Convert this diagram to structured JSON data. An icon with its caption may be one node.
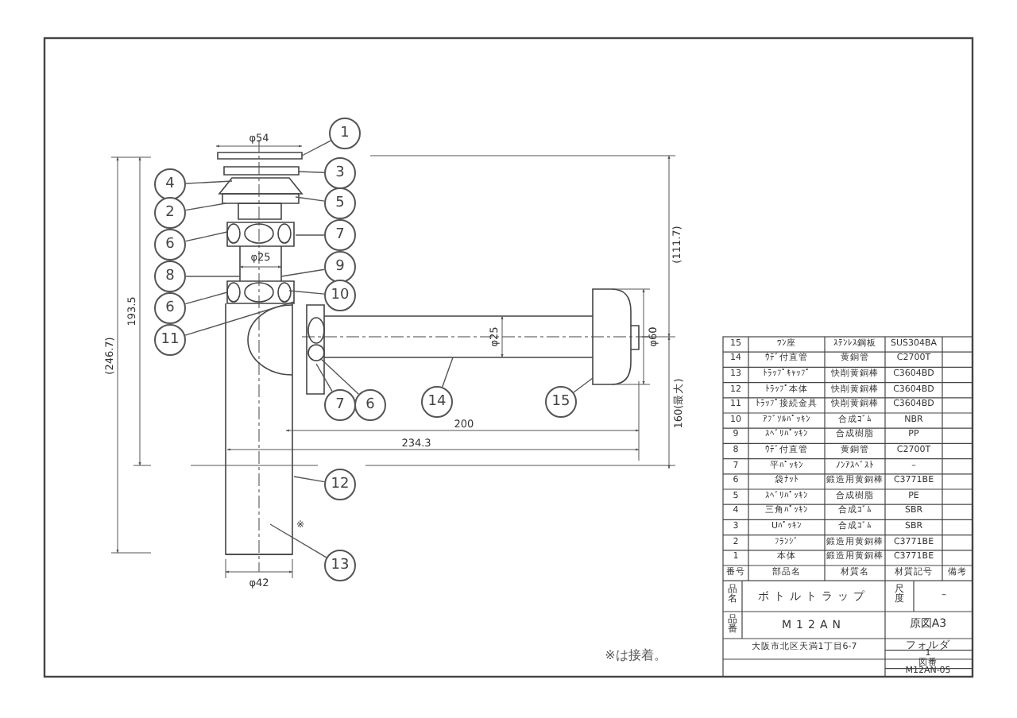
{
  "diagram": {
    "nodes": [
      {
        "text": [
          "1"
        ]
      },
      {
        "text": [
          "3"
        ]
      },
      {
        "text": [
          "4"
        ]
      },
      {
        "text": [
          "5"
        ]
      },
      {
        "text": [
          "2"
        ]
      },
      {
        "text": [
          "7"
        ]
      },
      {
        "text": [
          "6"
        ]
      },
      {
        "text": [
          "8"
        ]
      },
      {
        "text": [
          "9"
        ]
      },
      {
        "text": [
          "10"
        ]
      },
      {
        "text": [
          "6"
        ]
      },
      {
        "text": [
          "11"
        ]
      },
      {
        "text": [
          "7"
        ]
      },
      {
        "text": [
          "6"
        ]
      },
      {
        "text": [
          "14"
        ]
      },
      {
        "text": [
          "15"
        ]
      },
      {
        "text": [
          "12"
        ]
      },
      {
        "text": [
          "13"
        ]
      }
    ],
    "edges": [
      {
        "from": 0,
        "to": null,
        "arrow": "none"
      },
      {
        "from": 1,
        "to": null,
        "arrow": "none"
      },
      {
        "from": 2,
        "to": null,
        "arrow": "none"
      },
      {
        "from": 3,
        "to": null,
        "arrow": "none"
      },
      {
        "from": 4,
        "to": null,
        "arrow": "none"
      },
      {
        "from": 5,
        "to": null,
        "arrow": "none"
      },
      {
        "from": 6,
        "to": null,
        "arrow": "none"
      },
      {
        "from": 7,
        "to": null,
        "arrow": "none"
      },
      {
        "from": 8,
        "to": null,
        "arrow": "none"
      },
      {
        "from": 9,
        "to": null,
        "arrow": "none"
      },
      {
        "from": 10,
        "to": null,
        "arrow": "none"
      },
      {
        "from": 11,
        "to": null,
        "arrow": "none"
      },
      {
        "from": 12,
        "to": null,
        "arrow": "none"
      },
      {
        "from": 13,
        "to": null,
        "arrow": "none"
      },
      {
        "from": 14,
        "to": null,
        "arrow": "none"
      },
      {
        "from": 15,
        "to": null,
        "arrow": "none"
      },
      {
        "from": 16,
        "to": null,
        "arrow": "none"
      },
      {
        "from": 17,
        "to": null,
        "arrow": "none"
      }
    ],
    "labels": [
      "φ54",
      "φ25",
      "193.5",
      "(246.7)",
      "(111.7)",
      "φ25",
      "φ60",
      "200",
      "234.3",
      "160(最大)",
      "※",
      "φ42",
      "15",
      "ﾜﾝ座",
      "ｽﾃﾝﾚｽ鋼板",
      "SUS304BA",
      "14",
      "ｳﾃﾞ付直管",
      "黄銅管",
      "C2700T",
      "13",
      "ﾄﾗｯﾌﾟｷｬｯﾌﾟ",
      "快削黄銅棒",
      "C3604BD",
      "12",
      "ﾄﾗｯﾌﾟ本体",
      "快削黄銅棒",
      "C3604BD",
      "11",
      "ﾄﾗｯﾌﾟ接続金具",
      "快削黄銅棒",
      "C3604BD",
      "10",
      "ｱﾌﾞｿﾙﾊﾟｯｷﾝ",
      "合成ｺﾞﾑ",
      "NBR",
      "9",
      "ｽﾍﾞﾘﾊﾟｯｷﾝ",
      "合成樹脂",
      "PP",
      "8",
      "ｳﾃﾞ付直管",
      "黄銅管",
      "C2700T",
      "7",
      "平ﾊﾟｯｷﾝ",
      "ﾉﾝｱｽﾍﾞｽﾄ",
      "–",
      "6",
      "袋ﾅｯﾄ",
      "鍛造用黄銅棒",
      "C3771BE",
      "5",
      "ｽﾍﾞﾘﾊﾟｯｷﾝ",
      "合成樹脂",
      "PE",
      "4",
      "三角ﾊﾟｯｷﾝ",
      "合成ｺﾞﾑ",
      "SBR",
      "3",
      "Uﾊﾟｯｷﾝ",
      "合成ｺﾞﾑ",
      "SBR",
      "2",
      "ﾌﾗﾝｼﾞ",
      "鍛造用黄銅棒",
      "C3771BE",
      "1",
      "本体",
      "鍛造用黄銅棒",
      "C3771BE",
      "番号",
      "部品名",
      "材質名",
      "材質記号",
      "備考",
      "品名",
      "ボトルトラップ",
      "尺度",
      "–",
      "品番",
      "M12AN",
      "原図A3",
      "大阪市北区天満1丁目6-7",
      "フォルダ",
      "1",
      "図番",
      "M12AN-05",
      "※は接着。"
    ]
  }
}
